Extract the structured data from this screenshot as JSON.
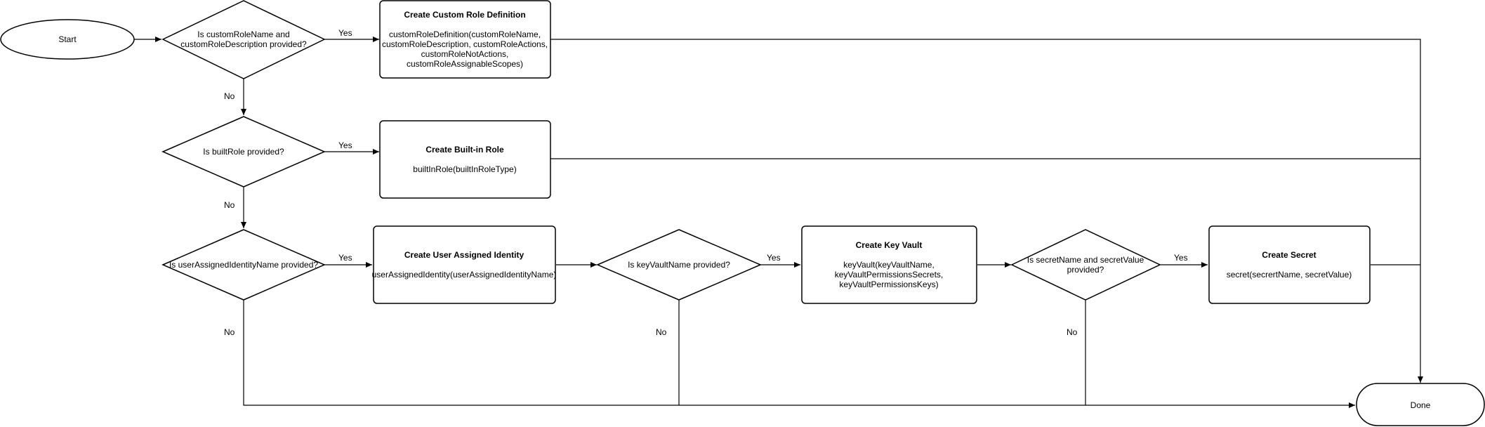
{
  "nodes": {
    "start": {
      "label": "Start"
    },
    "done": {
      "label": "Done"
    },
    "q_custom": {
      "lines": [
        "Is customRoleName and",
        "customRoleDescription provided?"
      ]
    },
    "q_builtin": {
      "lines": [
        "Is builtRole provided?"
      ]
    },
    "q_uai": {
      "lines": [
        "Is userAssignedIdentityName provided?"
      ]
    },
    "q_kv": {
      "lines": [
        "Is keyVaultName provided?"
      ]
    },
    "q_secret": {
      "lines": [
        "Is secretName and secretValue",
        "provided?"
      ]
    },
    "p_custom": {
      "title": "Create Custom Role Definition",
      "body": [
        "customRoleDefinition(customRoleName,",
        "customRoleDescription, customRoleActions,",
        "customRoleNotActions,",
        "customRoleAssignableScopes)"
      ]
    },
    "p_builtin": {
      "title": "Create Built-in Role",
      "body": [
        "builtInRole(builtInRoleType)"
      ]
    },
    "p_uai": {
      "title": "Create User Assigned Identity",
      "body": [
        "userAssignedIdentity(userAssignedIdentityName)"
      ]
    },
    "p_kv": {
      "title": "Create Key Vault",
      "body": [
        "keyVault(keyVaultName,",
        "keyVaultPermissionsSecrets,",
        "keyVaultPermissionsKeys)"
      ]
    },
    "p_secret": {
      "title": "Create Secret",
      "body": [
        "secret(secrertName, secretValue)"
      ]
    }
  },
  "edge_labels": {
    "yes_custom": "Yes",
    "yes_builtin": "Yes",
    "yes_uai": "Yes",
    "yes_kv": "Yes",
    "yes_secret": "Yes",
    "no_custom": "No",
    "no_builtin": "No",
    "no_uai": "No",
    "no_kv": "No",
    "no_secret": "No"
  }
}
